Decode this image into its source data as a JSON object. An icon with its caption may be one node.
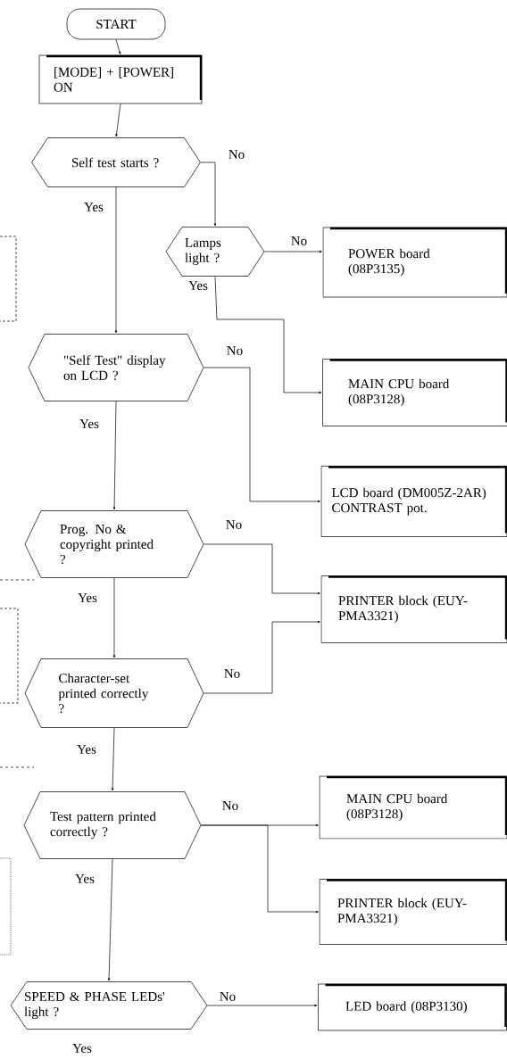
{
  "diagram": {
    "nodes": [
      {
        "text": [
          "START"
        ]
      },
      {
        "text": [
          "[MODE] + [POWER] ON"
        ]
      },
      {
        "text": [
          "Self test starts ?"
        ]
      },
      {
        "text": [
          "Lamps light ?"
        ]
      },
      {
        "text": [
          "POWER board (08P3135)"
        ]
      },
      {
        "text": [
          "\"Self Test\" display on LCD ?"
        ]
      },
      {
        "text": [
          "MAIN CPU board (08P3128)"
        ]
      },
      {
        "text": [
          "LCD board (DM005Z-2AR) CONTRAST pot."
        ]
      },
      {
        "text": [
          "Prog. No & copyright printed ?"
        ]
      },
      {
        "text": [
          "PRINTER block (EUY-PMA3321)"
        ]
      },
      {
        "text": [
          "Character-set printed correctly ?"
        ]
      },
      {
        "text": [
          "Test pattern printed correctly ?"
        ]
      },
      {
        "text": [
          "MAIN CPU board (08P3128)"
        ]
      },
      {
        "text": [
          "PRINTER block (EUY-PMA3321)"
        ]
      },
      {
        "text": [
          "SPEED & PHASE LEDs' light ?"
        ]
      },
      {
        "text": [
          "LED board (08P3130)"
        ]
      }
    ],
    "edges": [
      {
        "from": 0,
        "to": 1,
        "arrow": "to"
      },
      {
        "from": 1,
        "to": 2,
        "arrow": "to"
      },
      {
        "from": 2,
        "to": 3,
        "arrow": "to",
        "label": "No"
      },
      {
        "from": 2,
        "to": 5,
        "arrow": "to",
        "label": "Yes"
      },
      {
        "from": 3,
        "to": 4,
        "arrow": "to",
        "label": "No"
      },
      {
        "from": 3,
        "to": 6,
        "arrow": "to",
        "label": "Yes"
      },
      {
        "from": 5,
        "to": 8,
        "arrow": "to",
        "label": "Yes"
      },
      {
        "from": 5,
        "to": 7,
        "arrow": "to",
        "label": "No"
      },
      {
        "from": 8,
        "to": 10,
        "arrow": "to",
        "label": "Yes"
      },
      {
        "from": 8,
        "to": 9,
        "arrow": "to",
        "label": "No"
      },
      {
        "from": 10,
        "to": 11,
        "arrow": "to",
        "label": "Yes"
      },
      {
        "from": 10,
        "to": 9,
        "arrow": "to",
        "label": "No"
      },
      {
        "from": 11,
        "to": 14,
        "arrow": "to",
        "label": "Yes"
      },
      {
        "from": 11,
        "to": 12,
        "arrow": "to",
        "label": "No"
      },
      {
        "from": 11,
        "to": 13,
        "arrow": "to"
      },
      {
        "from": 14,
        "to": 15,
        "arrow": "to",
        "label": "No"
      }
    ],
    "labels": [
      "Yes"
    ]
  }
}
